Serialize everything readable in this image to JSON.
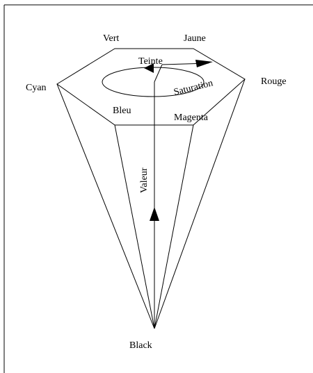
{
  "diagram": {
    "vertices": {
      "vert": "Vert",
      "jaune": "Jaune",
      "cyan": "Cyan",
      "rouge": "Rouge",
      "bleu": "Bleu",
      "magenta": "Magenta",
      "black": "Black"
    },
    "axes": {
      "hue": "Teinte",
      "saturation": "Saturation",
      "value": "Valeur"
    }
  }
}
